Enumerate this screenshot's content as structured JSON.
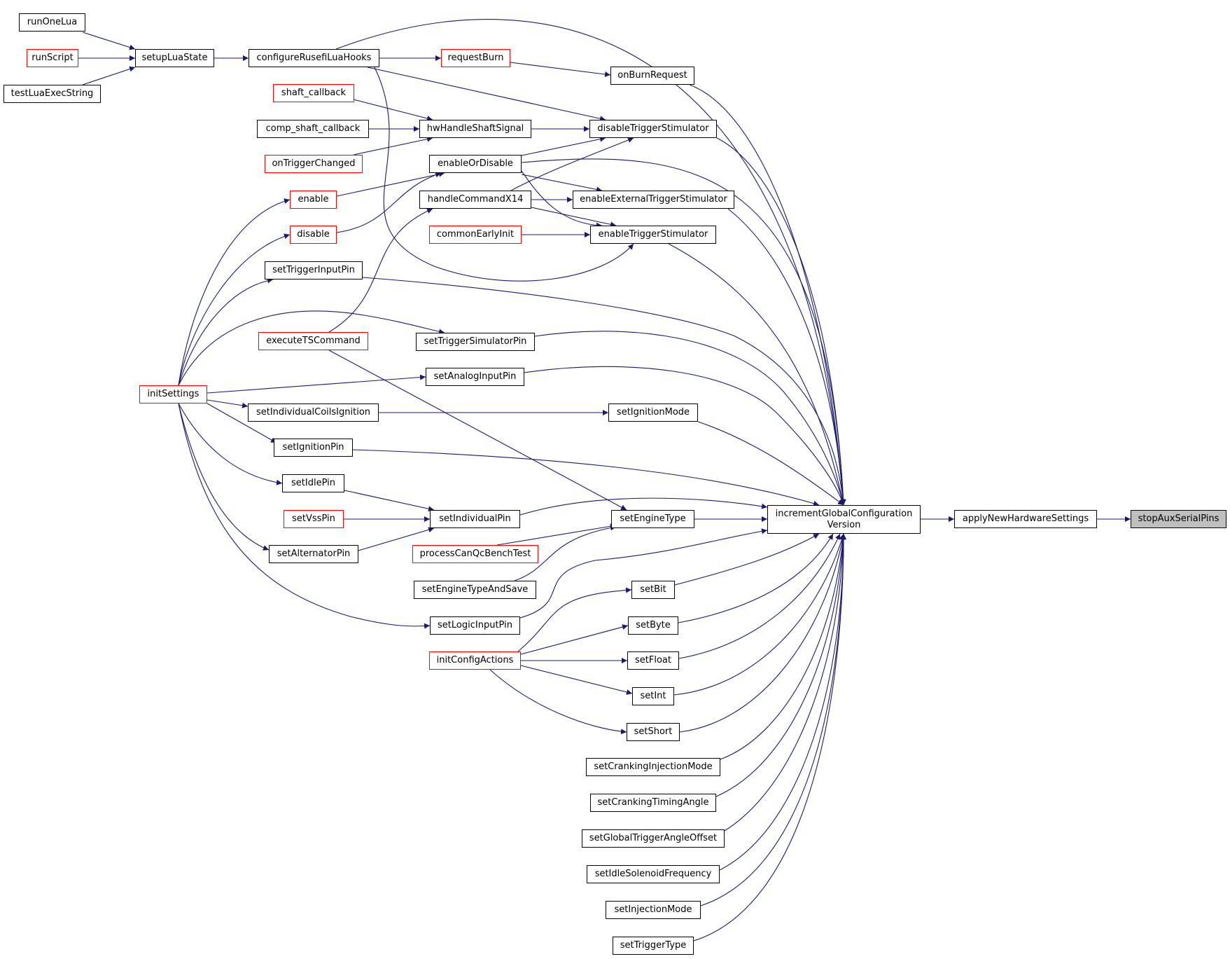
{
  "colors": {
    "edge": "#191970",
    "border": "#000000",
    "truncated_border": "#ff0000",
    "root_fill": "#bfbfbf"
  },
  "nodes": {
    "runOneLua": "runOneLua",
    "runScript": "runScript",
    "testLuaExecString": "testLuaExecString",
    "setupLuaState": "setupLuaState",
    "configureRusefiLuaHooks": "configureRusefiLuaHooks",
    "requestBurn": "requestBurn",
    "onBurnRequest": "onBurnRequest",
    "shaft_callback": "shaft_callback",
    "comp_shaft_callback": "comp_shaft_callback",
    "onTriggerChanged": "onTriggerChanged",
    "hwHandleShaftSignal": "hwHandleShaftSignal",
    "disableTriggerStimulator": "disableTriggerStimulator",
    "enableOrDisable": "enableOrDisable",
    "enable": "enable",
    "disable": "disable",
    "handleCommandX14": "handleCommandX14",
    "enableExternalTriggerStimulator": "enableExternalTriggerStimulator",
    "commonEarlyInit": "commonEarlyInit",
    "enableTriggerStimulator": "enableTriggerStimulator",
    "setTriggerInputPin": "setTriggerInputPin",
    "executeTSCommand": "executeTSCommand",
    "setTriggerSimulatorPin": "setTriggerSimulatorPin",
    "initSettings": "initSettings",
    "setAnalogInputPin": "setAnalogInputPin",
    "setIndividualCoilsIgnition": "setIndividualCoilsIgnition",
    "setIgnitionMode": "setIgnitionMode",
    "setIgnitionPin": "setIgnitionPin",
    "setIdlePin": "setIdlePin",
    "setVssPin": "setVssPin",
    "setIndividualPin": "setIndividualPin",
    "setEngineType": "setEngineType",
    "incrementLine1": "incrementGlobalConfiguration",
    "incrementLine2": "Version",
    "applyNewHardwareSettings": "applyNewHardwareSettings",
    "stopAuxSerialPins": "stopAuxSerialPins",
    "setAlternatorPin": "setAlternatorPin",
    "processCanQcBenchTest": "processCanQcBenchTest",
    "setEngineTypeAndSave": "setEngineTypeAndSave",
    "setBit": "setBit",
    "setLogicInputPin": "setLogicInputPin",
    "setByte": "setByte",
    "initConfigActions": "initConfigActions",
    "setFloat": "setFloat",
    "setInt": "setInt",
    "setShort": "setShort",
    "setCrankingInjectionMode": "setCrankingInjectionMode",
    "setCrankingTimingAngle": "setCrankingTimingAngle",
    "setGlobalTriggerAngleOffset": "setGlobalTriggerAngleOffset",
    "setIdleSolenoidFrequency": "setIdleSolenoidFrequency",
    "setInjectionMode": "setInjectionMode",
    "setTriggerType": "setTriggerType"
  }
}
